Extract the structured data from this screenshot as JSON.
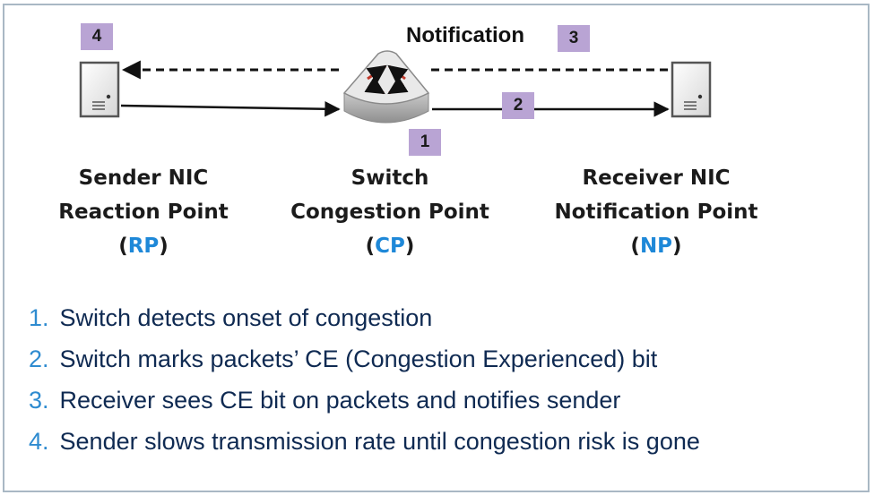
{
  "badges": {
    "rp": "4",
    "np": "3",
    "cp": "1",
    "link": "2"
  },
  "notification_label": "Notification",
  "nodes": {
    "rp": {
      "line1": "Sender NIC",
      "line2": "Reaction Point",
      "abbr": "RP"
    },
    "cp": {
      "line1": "Switch",
      "line2": "Congestion Point",
      "abbr": "CP"
    },
    "np": {
      "line1": "Receiver NIC",
      "line2": "Notification Point",
      "abbr": "NP"
    }
  },
  "steps": [
    {
      "num": "1.",
      "text": "Switch detects onset of congestion"
    },
    {
      "num": "2.",
      "text": "Switch marks packets’ CE (Congestion Experienced) bit"
    },
    {
      "num": "3.",
      "text": "Receiver sees CE bit on packets and notifies sender"
    },
    {
      "num": "4.",
      "text": "Sender slows transmission rate until congestion risk is gone"
    }
  ],
  "colors": {
    "badge": "#b9a4d4",
    "abbr": "#1e88d8",
    "step_text": "#0f2a52",
    "step_num": "#2e8bd0"
  }
}
